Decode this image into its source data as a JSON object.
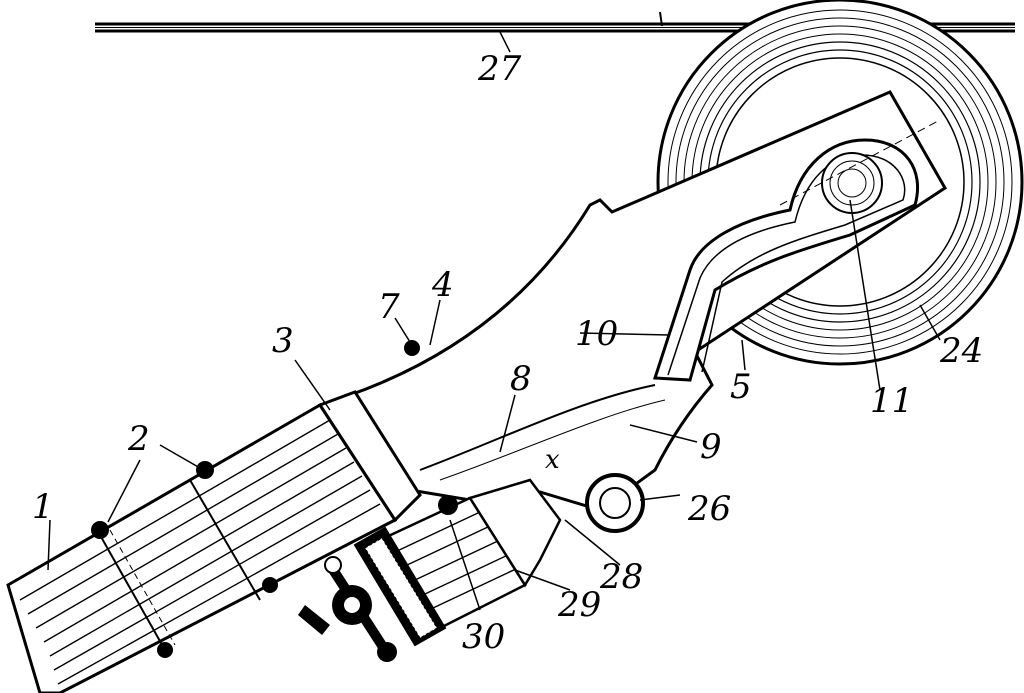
{
  "figure": {
    "labels": [
      {
        "id": "ref-1",
        "text": "1"
      },
      {
        "id": "ref-2",
        "text": "2"
      },
      {
        "id": "ref-3",
        "text": "3"
      },
      {
        "id": "ref-4",
        "text": "4"
      },
      {
        "id": "ref-5",
        "text": "5"
      },
      {
        "id": "ref-7",
        "text": "7"
      },
      {
        "id": "ref-8",
        "text": "8"
      },
      {
        "id": "ref-9",
        "text": "9"
      },
      {
        "id": "ref-10",
        "text": "10"
      },
      {
        "id": "ref-11",
        "text": "11"
      },
      {
        "id": "ref-24",
        "text": "24"
      },
      {
        "id": "ref-26",
        "text": "26"
      },
      {
        "id": "ref-27",
        "text": "27"
      },
      {
        "id": "ref-28",
        "text": "28"
      },
      {
        "id": "ref-29",
        "text": "29"
      },
      {
        "id": "ref-30",
        "text": "30"
      },
      {
        "id": "ref-x",
        "text": "x"
      }
    ]
  },
  "colors": {
    "ink": "#000000",
    "paper": "#ffffff"
  }
}
